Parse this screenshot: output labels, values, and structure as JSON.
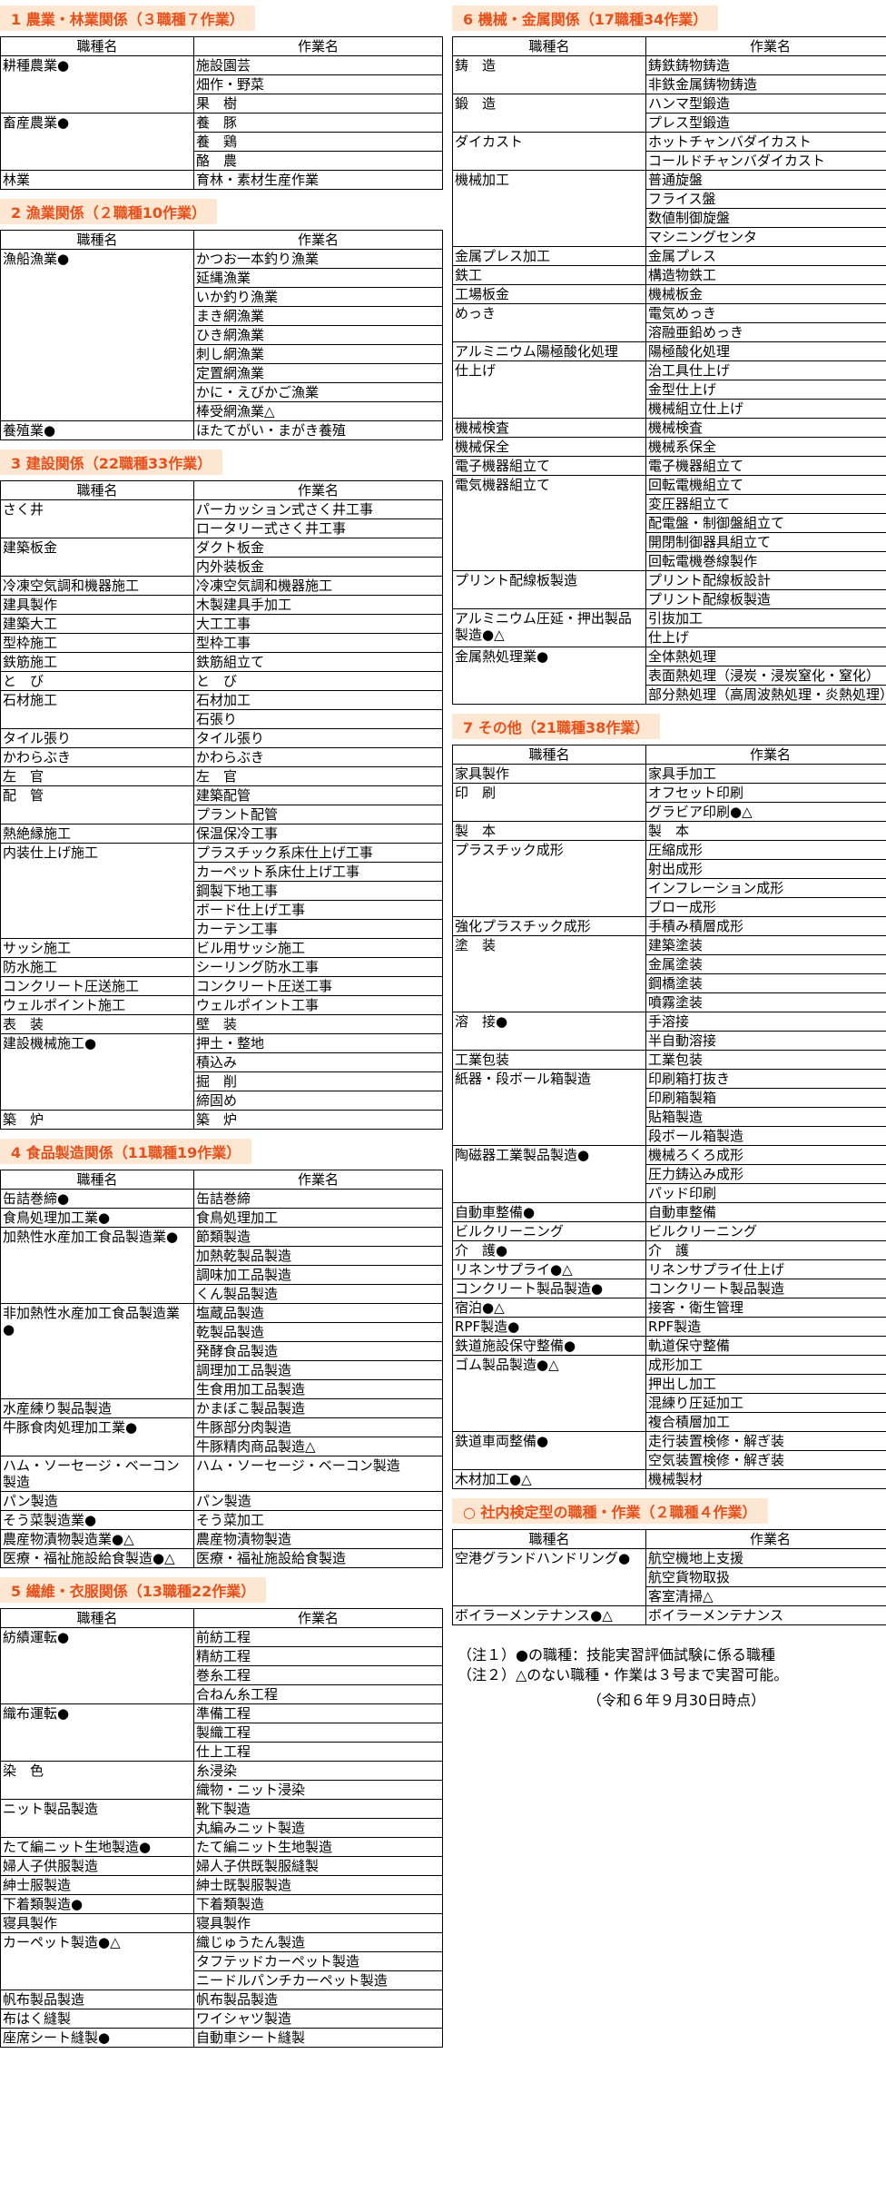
{
  "header_occupation": "職種名",
  "header_work": "作業名",
  "sections_left": [
    {
      "title": "1 農業・林業関係（３職種７作業）",
      "rows": [
        {
          "occ": "耕種農業●",
          "works": [
            "施設園芸",
            "畑作・野菜",
            "果　樹"
          ]
        },
        {
          "occ": "畜産農業●",
          "works": [
            "養　豚",
            "養　鶏",
            "酪　農"
          ]
        },
        {
          "occ": "林業",
          "works": [
            "育林・素材生産作業"
          ]
        }
      ]
    },
    {
      "title": "2 漁業関係（２職種10作業）",
      "rows": [
        {
          "occ": "漁船漁業●",
          "works": [
            "かつお一本釣り漁業",
            "延縄漁業",
            "いか釣り漁業",
            "まき網漁業",
            "ひき網漁業",
            "刺し網漁業",
            "定置網漁業",
            "かに・えびかご漁業",
            "棒受網漁業△"
          ]
        },
        {
          "occ": "養殖業●",
          "works": [
            "ほたてがい・まがき養殖"
          ]
        }
      ]
    },
    {
      "title": "3 建設関係（22職種33作業）",
      "rows": [
        {
          "occ": "さく井",
          "works": [
            "パーカッション式さく井工事",
            "ロータリー式さく井工事"
          ]
        },
        {
          "occ": "建築板金",
          "works": [
            "ダクト板金",
            "内外装板金"
          ]
        },
        {
          "occ": "冷凍空気調和機器施工",
          "works": [
            "冷凍空気調和機器施工"
          ]
        },
        {
          "occ": "建具製作",
          "works": [
            "木製建具手加工"
          ]
        },
        {
          "occ": "建築大工",
          "works": [
            "大工工事"
          ]
        },
        {
          "occ": "型枠施工",
          "works": [
            "型枠工事"
          ]
        },
        {
          "occ": "鉄筋施工",
          "works": [
            "鉄筋組立て"
          ]
        },
        {
          "occ": "と　び",
          "works": [
            "と　び"
          ]
        },
        {
          "occ": "石材施工",
          "works": [
            "石材加工",
            "石張り"
          ]
        },
        {
          "occ": "タイル張り",
          "works": [
            "タイル張り"
          ]
        },
        {
          "occ": "かわらぶき",
          "works": [
            "かわらぶき"
          ]
        },
        {
          "occ": "左　官",
          "works": [
            "左　官"
          ]
        },
        {
          "occ": "配　管",
          "works": [
            "建築配管",
            "プラント配管"
          ]
        },
        {
          "occ": "熱絶縁施工",
          "works": [
            "保温保冷工事"
          ]
        },
        {
          "occ": "内装仕上げ施工",
          "works": [
            "プラスチック系床仕上げ工事",
            "カーペット系床仕上げ工事",
            "鋼製下地工事",
            "ボード仕上げ工事",
            "カーテン工事"
          ]
        },
        {
          "occ": "サッシ施工",
          "works": [
            "ビル用サッシ施工"
          ]
        },
        {
          "occ": "防水施工",
          "works": [
            "シーリング防水工事"
          ]
        },
        {
          "occ": "コンクリート圧送施工",
          "works": [
            "コンクリート圧送工事"
          ]
        },
        {
          "occ": "ウェルポイント施工",
          "works": [
            "ウェルポイント工事"
          ]
        },
        {
          "occ": "表　装",
          "works": [
            "壁　装"
          ]
        },
        {
          "occ": "建設機械施工●",
          "works": [
            "押土・整地",
            "積込み",
            "掘　削",
            "締固め"
          ]
        },
        {
          "occ": "築　炉",
          "works": [
            "築　炉"
          ]
        }
      ]
    },
    {
      "title": "4 食品製造関係（11職種19作業）",
      "rows": [
        {
          "occ": "缶詰巻締●",
          "works": [
            "缶詰巻締"
          ]
        },
        {
          "occ": "食鳥処理加工業●",
          "works": [
            "食鳥処理加工"
          ]
        },
        {
          "occ": "加熱性水産加工食品製造業●",
          "works": [
            "節類製造",
            "加熱乾製品製造",
            "調味加工品製造",
            "くん製品製造"
          ]
        },
        {
          "occ": "非加熱性水産加工食品製造業●",
          "works": [
            "塩蔵品製造",
            "乾製品製造",
            "発酵食品製造",
            "調理加工品製造",
            "生食用加工品製造"
          ]
        },
        {
          "occ": "水産練り製品製造",
          "works": [
            "かまぼこ製品製造"
          ]
        },
        {
          "occ": "牛豚食肉処理加工業●",
          "works": [
            "牛豚部分肉製造",
            "牛豚精肉商品製造△"
          ]
        },
        {
          "occ": "ハム・ソーセージ・ベーコン製造",
          "works": [
            "ハム・ソーセージ・ベーコン製造"
          ]
        },
        {
          "occ": "パン製造",
          "works": [
            "パン製造"
          ]
        },
        {
          "occ": "そう菜製造業●",
          "works": [
            "そう菜加工"
          ]
        },
        {
          "occ": "農産物漬物製造業●△",
          "works": [
            "農産物漬物製造"
          ]
        },
        {
          "occ": "医療・福祉施設給食製造●△",
          "works": [
            "医療・福祉施設給食製造"
          ]
        }
      ]
    },
    {
      "title": "5 繊維・衣服関係（13職種22作業）",
      "rows": [
        {
          "occ": "紡績運転●",
          "works": [
            "前紡工程",
            "精紡工程",
            "巻糸工程",
            "合ねん糸工程"
          ]
        },
        {
          "occ": "織布運転●",
          "works": [
            "準備工程",
            "製織工程",
            "仕上工程"
          ]
        },
        {
          "occ": "染　色",
          "works": [
            "糸浸染",
            "織物・ニット浸染"
          ]
        },
        {
          "occ": "ニット製品製造",
          "works": [
            "靴下製造",
            "丸編みニット製造"
          ]
        },
        {
          "occ": "たて編ニット生地製造●",
          "works": [
            "たて編ニット生地製造"
          ]
        },
        {
          "occ": "婦人子供服製造",
          "works": [
            "婦人子供既製服縫製"
          ]
        },
        {
          "occ": "紳士服製造",
          "works": [
            "紳士既製服製造"
          ]
        },
        {
          "occ": "下着類製造●",
          "works": [
            "下着類製造"
          ]
        },
        {
          "occ": "寝具製作",
          "works": [
            "寝具製作"
          ]
        },
        {
          "occ": "カーペット製造●△",
          "works": [
            "織じゅうたん製造",
            "タフテッドカーペット製造",
            "ニードルパンチカーペット製造"
          ]
        },
        {
          "occ": "帆布製品製造",
          "works": [
            "帆布製品製造"
          ]
        },
        {
          "occ": "布はく縫製",
          "works": [
            "ワイシャツ製造"
          ]
        },
        {
          "occ": "座席シート縫製●",
          "works": [
            "自動車シート縫製"
          ]
        }
      ]
    }
  ],
  "sections_right": [
    {
      "title": "6 機械・金属関係（17職種34作業）",
      "rows": [
        {
          "occ": "鋳　造",
          "works": [
            "鋳鉄鋳物鋳造",
            "非鉄金属鋳物鋳造"
          ]
        },
        {
          "occ": "鍛　造",
          "works": [
            "ハンマ型鍛造",
            "プレス型鍛造"
          ]
        },
        {
          "occ": "ダイカスト",
          "works": [
            "ホットチャンバダイカスト",
            "コールドチャンバダイカスト"
          ]
        },
        {
          "occ": "機械加工",
          "works": [
            "普通旋盤",
            "フライス盤",
            "数値制御旋盤",
            "マシニングセンタ"
          ]
        },
        {
          "occ": "金属プレス加工",
          "works": [
            "金属プレス"
          ]
        },
        {
          "occ": "鉄工",
          "works": [
            "構造物鉄工"
          ]
        },
        {
          "occ": "工場板金",
          "works": [
            "機械板金"
          ]
        },
        {
          "occ": "めっき",
          "works": [
            "電気めっき",
            "溶融亜鉛めっき"
          ]
        },
        {
          "occ": "アルミニウム陽極酸化処理",
          "works": [
            "陽極酸化処理"
          ]
        },
        {
          "occ": "仕上げ",
          "works": [
            "治工具仕上げ",
            "金型仕上げ",
            "機械組立仕上げ"
          ]
        },
        {
          "occ": "機械検査",
          "works": [
            "機械検査"
          ]
        },
        {
          "occ": "機械保全",
          "works": [
            "機械系保全"
          ]
        },
        {
          "occ": "電子機器組立て",
          "works": [
            "電子機器組立て"
          ]
        },
        {
          "occ": "電気機器組立て",
          "works": [
            "回転電機組立て",
            "変圧器組立て",
            "配電盤・制御盤組立て",
            "開閉制御器具組立て",
            "回転電機巻線製作"
          ]
        },
        {
          "occ": "プリント配線板製造",
          "works": [
            "プリント配線板設計",
            "プリント配線板製造"
          ]
        },
        {
          "occ": "アルミニウム圧延・押出製品製造●△",
          "works": [
            "引抜加工",
            "仕上げ"
          ]
        },
        {
          "occ": "金属熱処理業●",
          "works": [
            "全体熱処理",
            "表面熱処理（浸炭・浸炭窒化・窒化）",
            "部分熱処理（高周波熱処理・炎熱処理）"
          ]
        }
      ]
    },
    {
      "title": "7 その他（21職種38作業）",
      "rows": [
        {
          "occ": "家具製作",
          "works": [
            "家具手加工"
          ]
        },
        {
          "occ": "印　刷",
          "works": [
            "オフセット印刷",
            "グラビア印刷●△"
          ]
        },
        {
          "occ": "製　本",
          "works": [
            "製　本"
          ]
        },
        {
          "occ": "プラスチック成形",
          "works": [
            "圧縮成形",
            "射出成形",
            "インフレーション成形",
            "ブロー成形"
          ]
        },
        {
          "occ": "強化プラスチック成形",
          "works": [
            "手積み積層成形"
          ]
        },
        {
          "occ": "塗　装",
          "works": [
            "建築塗装",
            "金属塗装",
            "鋼橋塗装",
            "噴霧塗装"
          ]
        },
        {
          "occ": "溶　接●",
          "works": [
            "手溶接",
            "半自動溶接"
          ]
        },
        {
          "occ": "工業包装",
          "works": [
            "工業包装"
          ]
        },
        {
          "occ": "紙器・段ボール箱製造",
          "works": [
            "印刷箱打抜き",
            "印刷箱製箱",
            "貼箱製造",
            "段ボール箱製造"
          ]
        },
        {
          "occ": "陶磁器工業製品製造●",
          "works": [
            "機械ろくろ成形",
            "圧力鋳込み成形",
            "パッド印刷"
          ]
        },
        {
          "occ": "自動車整備●",
          "works": [
            "自動車整備"
          ]
        },
        {
          "occ": "ビルクリーニング",
          "works": [
            "ビルクリーニング"
          ]
        },
        {
          "occ": "介　護●",
          "works": [
            "介　護"
          ]
        },
        {
          "occ": "リネンサプライ●△",
          "works": [
            "リネンサプライ仕上げ"
          ]
        },
        {
          "occ": "コンクリート製品製造●",
          "works": [
            "コンクリート製品製造"
          ]
        },
        {
          "occ": "宿泊●△",
          "works": [
            "接客・衛生管理"
          ]
        },
        {
          "occ": "RPF製造●",
          "works": [
            "RPF製造"
          ]
        },
        {
          "occ": "鉄道施設保守整備●",
          "works": [
            "軌道保守整備"
          ]
        },
        {
          "occ": "ゴム製品製造●△",
          "works": [
            "成形加工",
            "押出し加工",
            "混練り圧延加工",
            "複合積層加工"
          ]
        },
        {
          "occ": "鉄道車両整備●",
          "works": [
            "走行装置検修・解ぎ装",
            "空気装置検修・解ぎ装"
          ]
        },
        {
          "occ": "木材加工●△",
          "works": [
            "機械製材"
          ]
        }
      ]
    },
    {
      "title": "○ 社内検定型の職種・作業（２職種４作業）",
      "rows": [
        {
          "occ": "空港グランドハンドリング●",
          "works": [
            "航空機地上支援",
            "航空貨物取扱",
            "客室清掃△"
          ]
        },
        {
          "occ": "ボイラーメンテナンス●△",
          "works": [
            "ボイラーメンテナンス"
          ]
        }
      ]
    }
  ],
  "notes": {
    "note1": "（注１）●の職種：技能実習評価試験に係る職種",
    "note2": "（注２）△のない職種・作業は３号まで実習可能。",
    "date": "（令和６年９月30日時点）"
  },
  "colors": {
    "title_text": "#e8501a",
    "title_bg": "#fde6d2"
  }
}
